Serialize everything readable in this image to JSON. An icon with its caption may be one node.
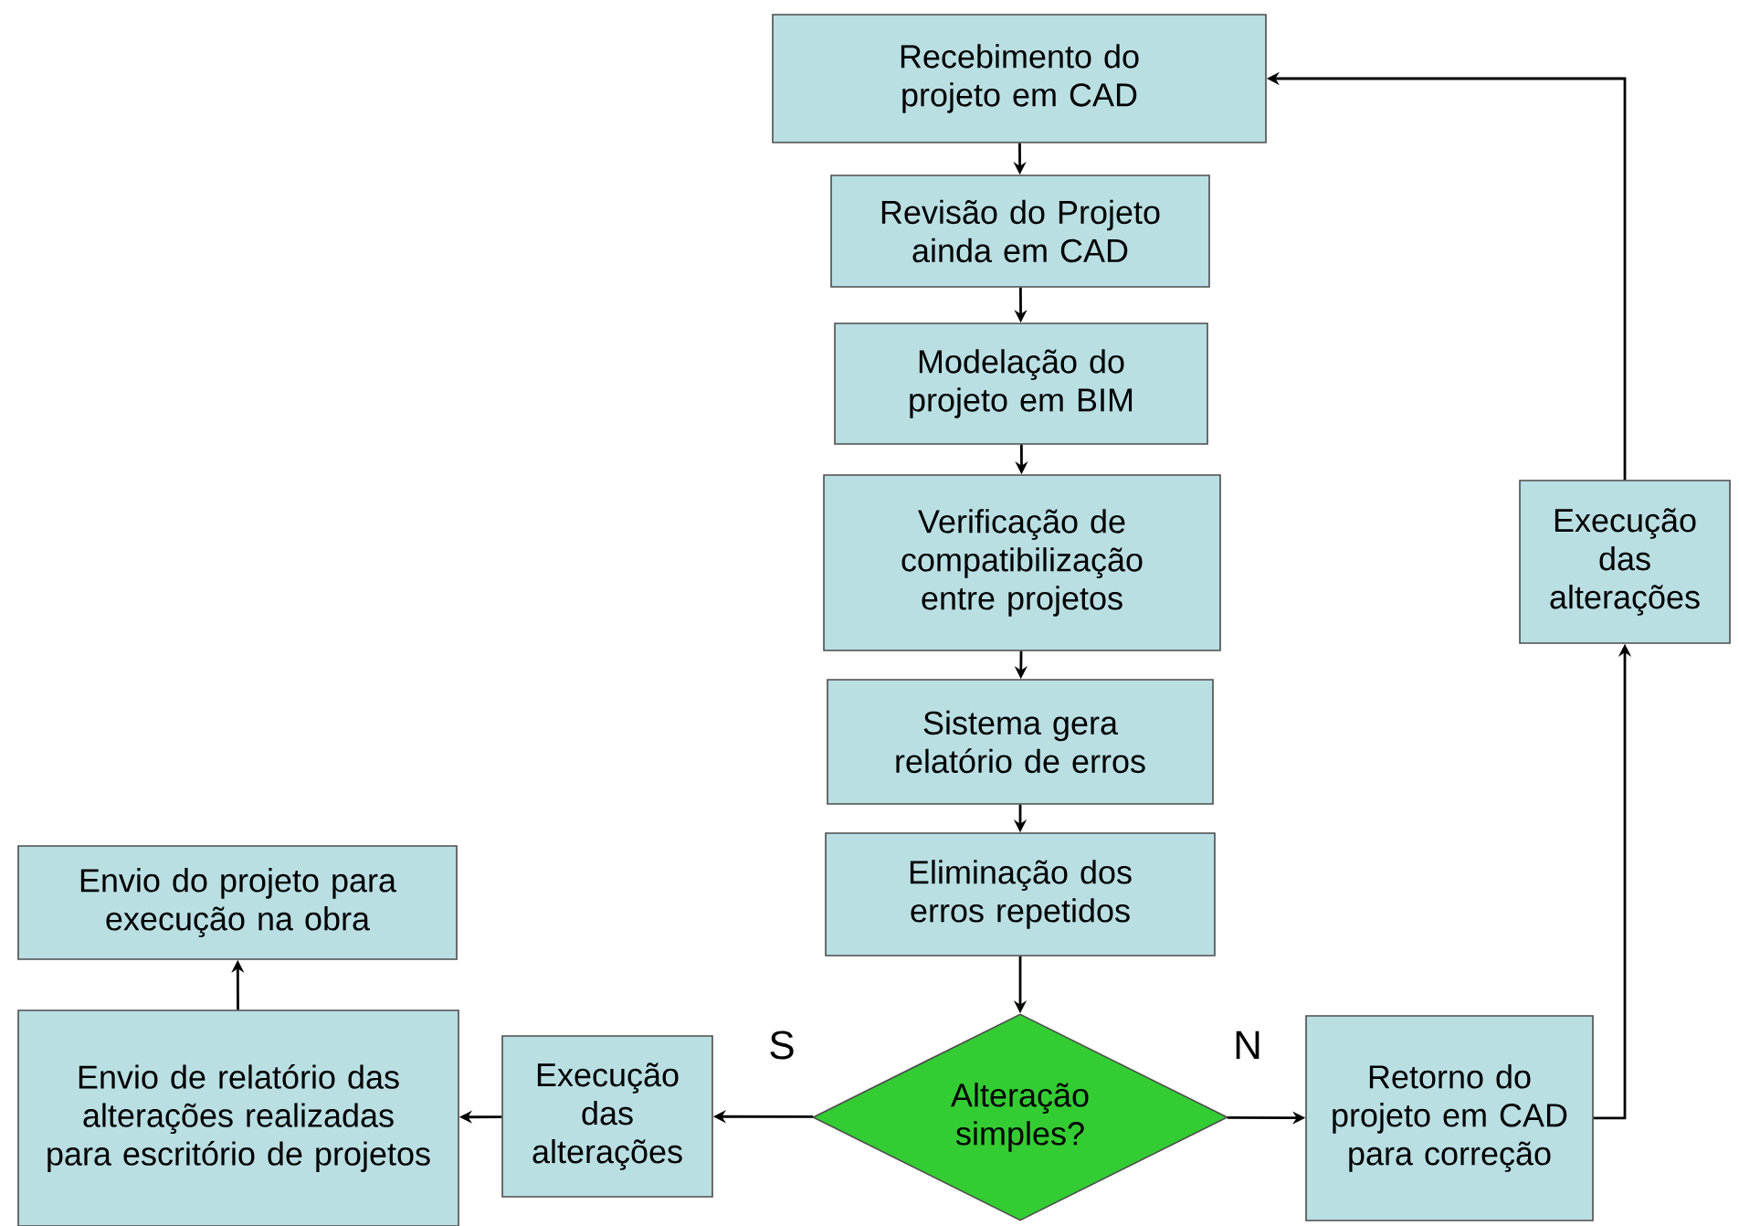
{
  "diagram": {
    "nodes": [
      {
        "text": [
          "Recebimento do projeto em CAD"
        ]
      },
      {
        "text": [
          "Revisão do Projeto ainda em CAD"
        ]
      },
      {
        "text": [
          "Modelação do projeto em BIM"
        ]
      },
      {
        "text": [
          "Verificação de compatibilização entre projetos"
        ]
      },
      {
        "text": [
          "Sistema gera relatório de erros"
        ]
      },
      {
        "text": [
          "Eliminação dos erros repetidos"
        ]
      },
      {
        "text": [
          "Alteração simples?"
        ]
      },
      {
        "text": [
          "Retorno do projeto em CAD para correção"
        ]
      },
      {
        "text": [
          "Execução das alterações"
        ]
      },
      {
        "text": [
          "Execução das alterações"
        ]
      },
      {
        "text": [
          "Envio de relatório das alterações realizadas para escritório de projetos"
        ]
      },
      {
        "text": [
          "Envio do projeto para execução na obra"
        ]
      }
    ],
    "edges": [
      {
        "from": 0,
        "to": 1,
        "arrow": "to"
      },
      {
        "from": 1,
        "to": 2,
        "arrow": "to"
      },
      {
        "from": 2,
        "to": 3,
        "arrow": "to"
      },
      {
        "from": 3,
        "to": 4,
        "arrow": "to"
      },
      {
        "from": 4,
        "to": 5,
        "arrow": "to"
      },
      {
        "from": 5,
        "to": 6,
        "arrow": "to"
      },
      {
        "from": 6,
        "to": 7,
        "arrow": "to",
        "label": "N"
      },
      {
        "from": 7,
        "to": 8,
        "arrow": "to"
      },
      {
        "from": 8,
        "to": 0,
        "arrow": "to"
      },
      {
        "from": 6,
        "to": 9,
        "arrow": "to",
        "label": "S"
      },
      {
        "from": 9,
        "to": 10,
        "arrow": "to"
      },
      {
        "from": 10,
        "to": 11,
        "arrow": "to"
      }
    ]
  }
}
